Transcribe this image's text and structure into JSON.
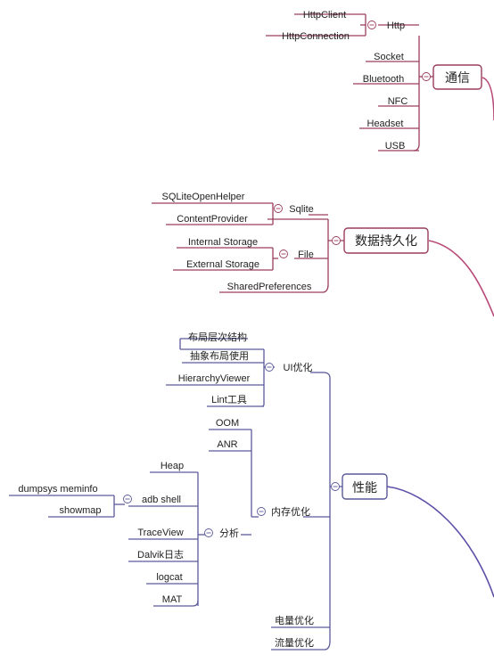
{
  "colors": {
    "comm": "#9a3d5c",
    "data": "#9a3d5c",
    "perf": "#5a5a9a",
    "comm_connector": "#b84a78",
    "perf_connector": "#5e4fa8"
  },
  "icons": {
    "expand": "collapse-toggle-icon"
  },
  "topics": [
    {
      "key": "comm",
      "title": "通信",
      "children": [
        {
          "label": "Http",
          "children": [
            "HttpClient",
            "HttpConnection"
          ]
        },
        {
          "label": "Socket"
        },
        {
          "label": "Bluetooth"
        },
        {
          "label": "NFC"
        },
        {
          "label": "Headset"
        },
        {
          "label": "USB"
        }
      ]
    },
    {
      "key": "data",
      "title": "数据持久化",
      "children": [
        {
          "label": "Sqlite",
          "children": [
            "SQLiteOpenHelper",
            "ContentProvider"
          ]
        },
        {
          "label": "File",
          "children": [
            "Internal Storage",
            "External Storage"
          ]
        },
        {
          "label": "SharedPreferences"
        }
      ]
    },
    {
      "key": "perf",
      "title": "性能",
      "children": [
        {
          "label": "UI优化",
          "children": [
            "布局层次结构",
            "抽象布局使用",
            "HierarchyViewer",
            "Lint工具"
          ]
        },
        {
          "label": "内存优化",
          "children": [
            "OOM",
            "ANR",
            "分析"
          ]
        },
        {
          "label": "电量优化"
        },
        {
          "label": "流量优化"
        }
      ],
      "analysis": {
        "label": "分析",
        "children": [
          "Heap",
          "adb shell",
          "TraceView",
          "Dalvik日志",
          "logcat",
          "MAT"
        ],
        "adb_children": [
          "dumpsys meminfo",
          "showmap"
        ]
      }
    }
  ]
}
